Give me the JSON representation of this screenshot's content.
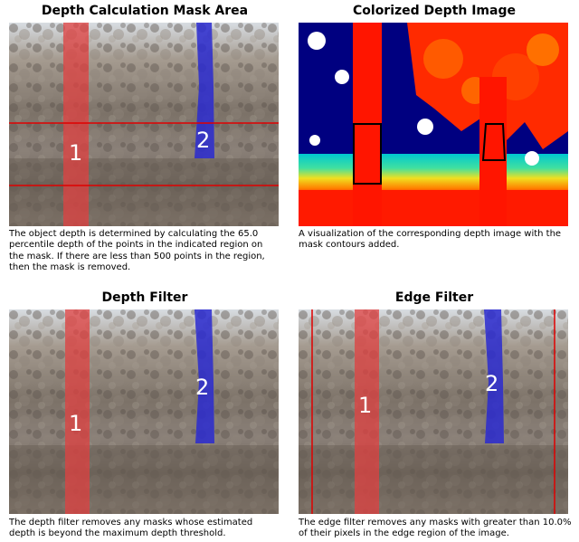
{
  "panels": [
    {
      "title": "Depth Calculation Mask Area",
      "caption_lines": [
        "The object depth is determined by calculating the 65.0",
        "percentile depth of the points in the indicated region on",
        "the mask. If there are less than 500 points in the region,",
        "then the mask is removed."
      ],
      "mask_labels": [
        "1",
        "2"
      ]
    },
    {
      "title": "Colorized Depth Image",
      "caption_lines": [
        "A visualization of the corresponding depth image with the",
        "mask contours added."
      ]
    },
    {
      "title": "Depth Filter",
      "caption_lines": [
        "The depth filter removes any masks whose estimated",
        "depth is beyond the maximum depth threshold."
      ],
      "mask_labels": [
        "1",
        "2"
      ]
    },
    {
      "title": "Edge Filter",
      "caption_lines": [
        "The edge filter removes any masks with greater than 10.0%",
        "of their pixels in the edge region of the image."
      ],
      "mask_labels": [
        "1",
        "2"
      ]
    }
  ],
  "colors": {
    "red_mask": "#e04040",
    "blue_mask": "#2a2ad0",
    "guide_line": "#e00000",
    "contour": "#000000"
  }
}
